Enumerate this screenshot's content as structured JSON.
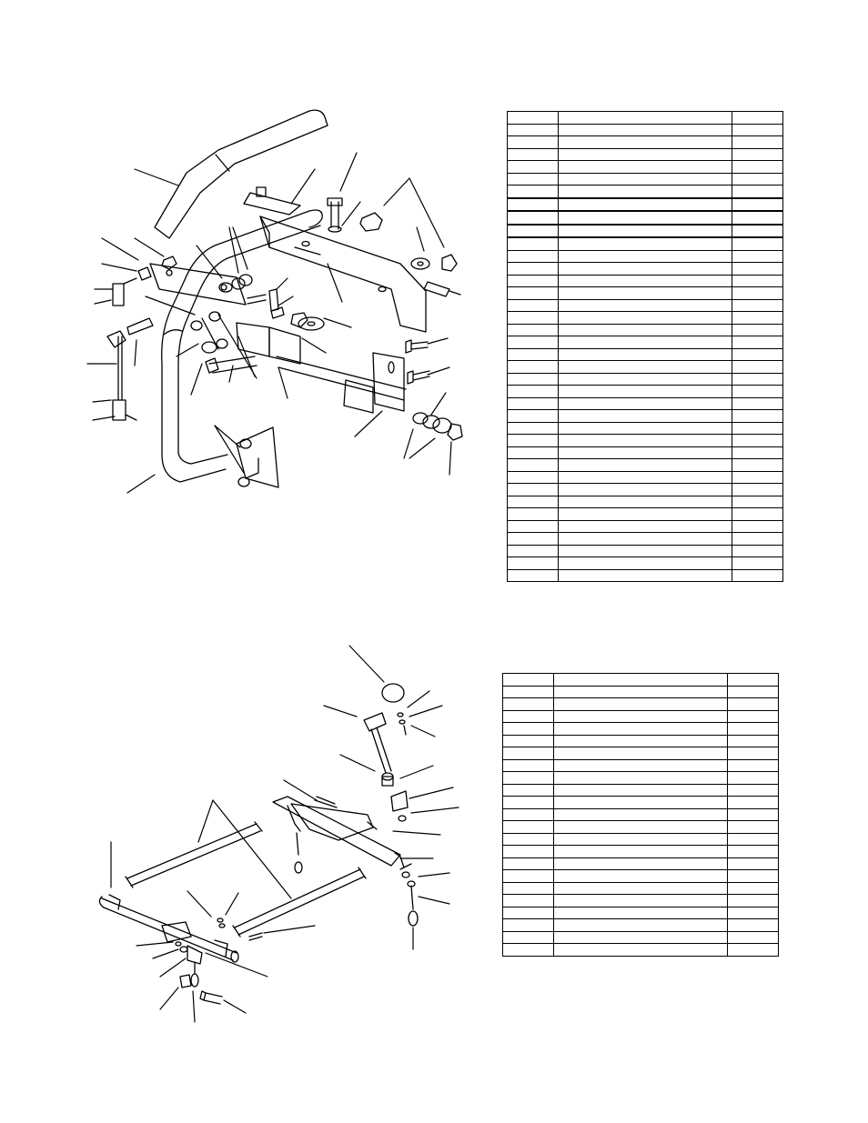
{
  "document": {
    "upper_figure": "handle and control linkage exploded view",
    "lower_figure": "lift linkage exploded view"
  },
  "tables": {
    "top": {
      "rows": 38,
      "thick_after": [
        6,
        7,
        8,
        9
      ]
    },
    "bottom": {
      "rows": 23
    }
  }
}
